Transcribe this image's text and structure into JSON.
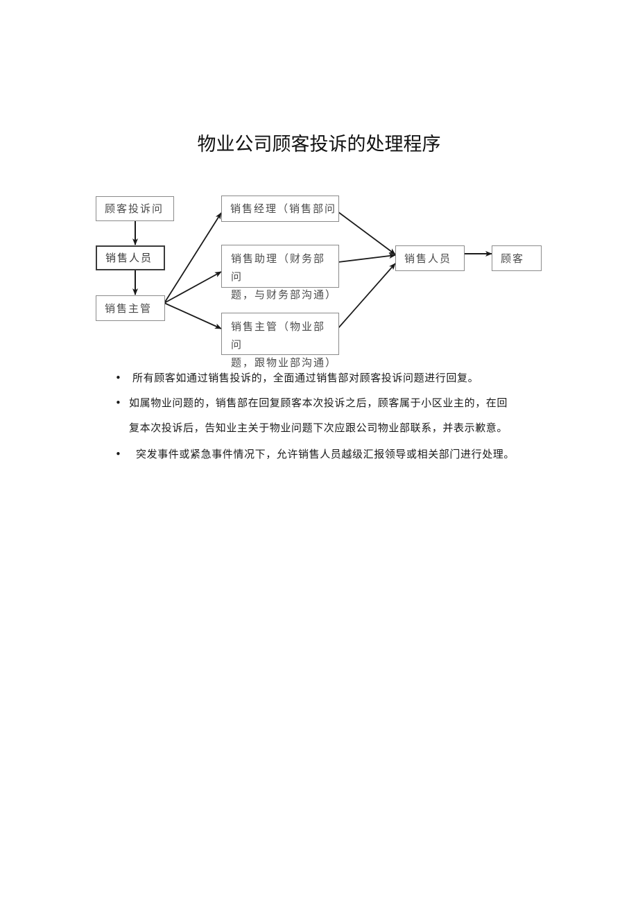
{
  "document": {
    "title": "物业公司顾客投诉的处理程序"
  },
  "flowchart": {
    "nodes": {
      "complaint": "顾客投诉问",
      "sales_staff_1": "销售人员",
      "sales_supervisor": "销售主管",
      "sales_manager": "销售经理（销售部问",
      "sales_assistant_line1": "销售助理（财务部问",
      "sales_assistant_line2": "题，与财务部沟通）",
      "sales_supervisor_prop_line1": "销售主管（物业部问",
      "sales_supervisor_prop_line2": "题，跟物业部沟通）",
      "sales_staff_2": "销售人员",
      "customer": "顾客"
    },
    "edges": [
      {
        "from": "complaint",
        "to": "sales_staff_1"
      },
      {
        "from": "sales_staff_1",
        "to": "sales_supervisor"
      },
      {
        "from": "sales_supervisor",
        "to": "sales_manager"
      },
      {
        "from": "sales_supervisor",
        "to": "sales_assistant"
      },
      {
        "from": "sales_supervisor",
        "to": "sales_supervisor_prop"
      },
      {
        "from": "sales_manager",
        "to": "sales_staff_2"
      },
      {
        "from": "sales_assistant",
        "to": "sales_staff_2"
      },
      {
        "from": "sales_supervisor_prop",
        "to": "sales_staff_2"
      },
      {
        "from": "sales_staff_2",
        "to": "customer"
      }
    ],
    "colors": {
      "box_border": "#8a8a8a",
      "box_border_strong": "#3a3a3a",
      "arrow": "#1a1a1a",
      "box_text": "#4a4a4a"
    }
  },
  "notes": {
    "bullet_symbol": "•",
    "items": [
      "所有顾客如通过销售投诉的，全面通过销售部对顾客投诉问题进行回复。",
      "如属物业问题的，销售部在回复顾客本次投诉之后，顾客属于小区业主的，在回",
      "复本次投诉后，告知业主关于物业问题下次应跟公司物业部联系，并表示歉意。",
      "突发事件或紧急事件情况下，允许销售人员越级汇报领导或相关部门进行处理。"
    ]
  }
}
